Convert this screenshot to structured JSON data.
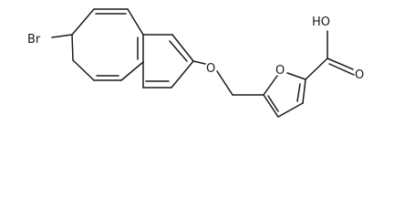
{
  "molecule": {
    "atoms": {
      "bromine": "Br",
      "ether_oxygen": "O",
      "furan_oxygen": "O",
      "carboxyl_hydroxyl": "HO",
      "carbonyl_oxygen": "O"
    }
  }
}
